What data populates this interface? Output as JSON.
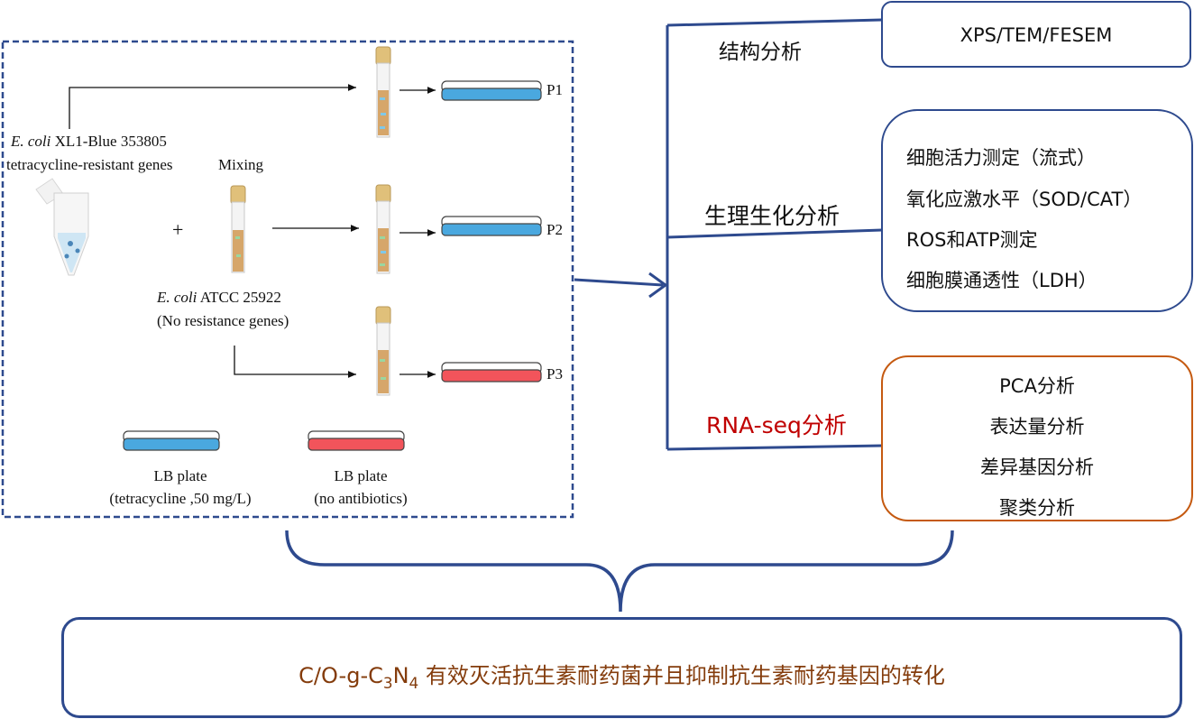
{
  "experiment": {
    "strain_donor_name": "E. coli",
    "strain_donor_id": "XL1-Blue 353805",
    "strain_donor_note": "tetracycline-resistant genes",
    "mixing_label": "Mixing",
    "plus_sign": "+",
    "strain_recipient_name": "E. coli",
    "strain_recipient_id": "ATCC 25922",
    "strain_recipient_note": "(No resistance genes)",
    "plates": [
      {
        "label": "P1",
        "type": "tetracycline"
      },
      {
        "label": "P2",
        "type": "tetracycline"
      },
      {
        "label": "P3",
        "type": "no-antibiotics"
      }
    ],
    "legend": [
      {
        "title": "LB plate",
        "detail": "(tetracycline ,50 mg/L)",
        "color": "#4aa8df"
      },
      {
        "title": "LB plate",
        "detail": "(no antibiotics)",
        "color": "#f2545b"
      }
    ]
  },
  "analyses": {
    "structural": {
      "label": "结构分析",
      "methods": [
        "XPS/TEM/FESEM"
      ]
    },
    "physiological": {
      "label": "生理生化分析",
      "methods": [
        "细胞活力测定（流式）",
        "氧化应激水平（SOD/CAT）",
        "ROS和ATP测定",
        "细胞膜通透性（LDH）"
      ]
    },
    "rnaseq": {
      "label": "RNA-seq分析",
      "label_color": "#c00000",
      "methods": [
        "PCA分析",
        "表达量分析",
        "差异基因分析",
        "聚类分析"
      ]
    }
  },
  "conclusion": {
    "text": "有效灭活抗生素耐药菌并且抑制抗生素耐药基因的转化",
    "formula": "C/O-g-C3N4",
    "color": "#843c0c"
  },
  "colors": {
    "frame": "#2e4a8e",
    "tet_plate": "#4aa8df",
    "noab_plate": "#f2545b",
    "rna_box": "#c55a11",
    "tube_fill": "#d6a66a"
  }
}
